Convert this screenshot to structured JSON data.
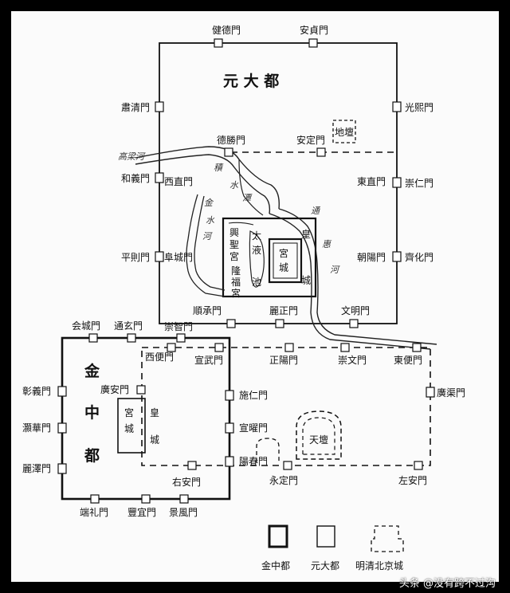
{
  "titles": {
    "yuan_dadu": "元 大 都",
    "jin_zhongdu": [
      "金",
      "中",
      "都"
    ]
  },
  "gates": {
    "yuan_north": [
      "健德門",
      "安貞門"
    ],
    "yuan_west": [
      "肅清門",
      "和義門",
      "平則門"
    ],
    "yuan_east": [
      "光熙門",
      "崇仁門",
      "齊化門"
    ],
    "yuan_south": [
      "順承門",
      "麗正門",
      "文明門"
    ],
    "yuan_inner_north": [
      "德勝門",
      "安定門"
    ],
    "yuan_inner_west": [
      "西直門",
      "阜城門"
    ],
    "yuan_inner_east": [
      "東直門",
      "朝陽門"
    ],
    "jin_north": [
      "会城門",
      "通玄門",
      "崇智門"
    ],
    "jin_west": [
      "彰義門",
      "灝華門",
      "麗澤門"
    ],
    "jin_south": [
      "端礼門",
      "豐宜門",
      "景風門"
    ],
    "jin_east": [
      "施仁門",
      "宣曜門",
      "陽春門"
    ],
    "ming_north": [
      "西便門",
      "宣武門",
      "正陽門",
      "崇文門",
      "東便門"
    ],
    "ming_east": [
      "廣渠門"
    ],
    "ming_south": [
      "右安門",
      "永定門",
      "左安門"
    ],
    "jin_inner": [
      "廣安門"
    ]
  },
  "places": {
    "ditan": "地壇",
    "tiantan": "天壇",
    "gongcheng": "宮城",
    "huangcheng": "皇城",
    "xingsheng": "興聖宮",
    "longfu": "隆福宮",
    "taiye": "太液池",
    "jin_gong": "宮城",
    "jin_huang": "皇城"
  },
  "rivers": {
    "gaoliang": "高梁河",
    "jishui": "積水潭",
    "jinshui": "金水河",
    "tonghui": "通惠河"
  },
  "legend": {
    "jin": "金中都",
    "yuan": "元大都",
    "mingqing": "明清北京城"
  },
  "watermark": "头条 @没有跨不过沟"
}
